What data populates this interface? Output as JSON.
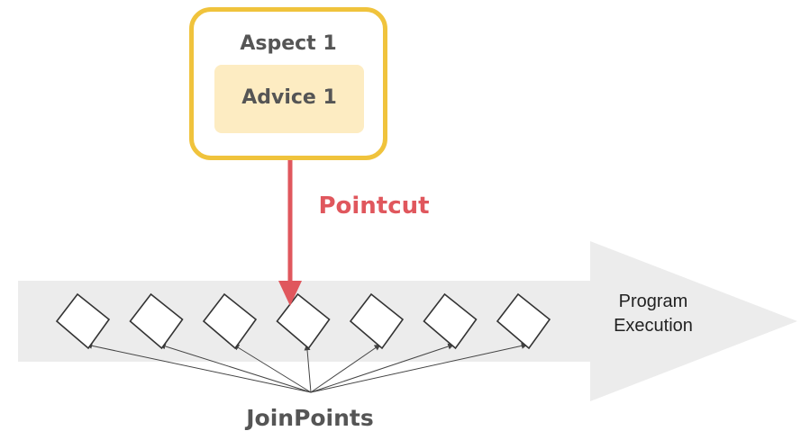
{
  "diagram": {
    "aspect": {
      "title": "Aspect 1",
      "advice": "Advice 1"
    },
    "pointcut": {
      "label": "Pointcut"
    },
    "program_execution": {
      "label_line1": "Program",
      "label_line2": "Execution"
    },
    "joinpoints": {
      "label": "JoinPoints",
      "count": 7
    },
    "colors": {
      "aspect_border": "#f0c33c",
      "advice_fill": "#fdecc2",
      "pointcut": "#e0575d",
      "execution_arrow": "#ececec",
      "joinpoint_stroke": "#333333",
      "text": "#555555"
    }
  }
}
